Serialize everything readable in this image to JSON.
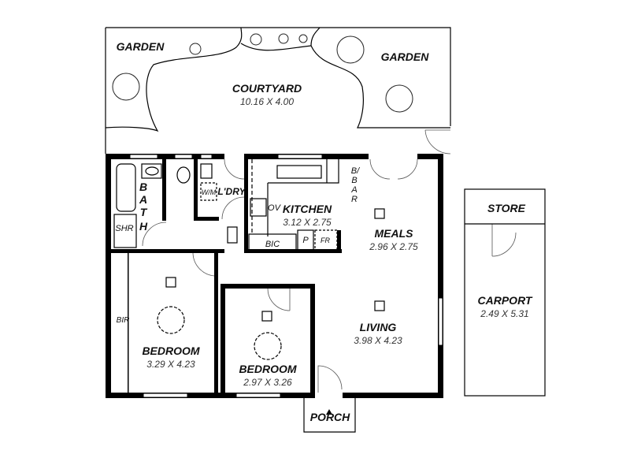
{
  "plan": {
    "garden_left": "GARDEN",
    "garden_right": "GARDEN",
    "courtyard": {
      "name": "COURTYARD",
      "size": "10.16 X 4.00"
    },
    "bath": {
      "letters": [
        "B",
        "A",
        "T",
        "H"
      ]
    },
    "shower": "SHR",
    "washing_machine": "W/M",
    "laundry": "L'DRY",
    "oven": "OV",
    "kitchen": {
      "name": "KITCHEN",
      "size": "3.12 X 2.75"
    },
    "breakfast_bar": {
      "letters": [
        "B/",
        "B",
        "A",
        "R"
      ]
    },
    "bic": "BIC",
    "pantry": "P",
    "fridge": "FR",
    "meals": {
      "name": "MEALS",
      "size": "2.96 X 2.75"
    },
    "bir": "BIR",
    "bedroom1": {
      "name": "BEDROOM",
      "size": "3.29 X 4.23"
    },
    "bedroom2": {
      "name": "BEDROOM",
      "size": "2.97 X 3.26"
    },
    "living": {
      "name": "LIVING",
      "size": "3.98 X 4.23"
    },
    "porch": "PORCH",
    "store": "STORE",
    "carport": {
      "name": "CARPORT",
      "size": "2.49 X 5.31"
    }
  }
}
